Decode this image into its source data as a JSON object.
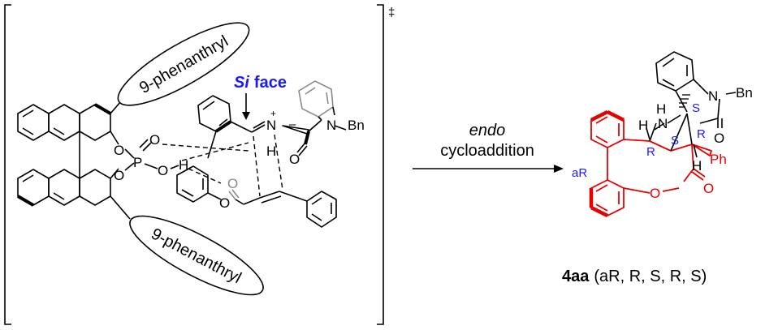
{
  "ts": {
    "dagger": "‡",
    "catalyst": {
      "upper_substituent": "9-phenanthryl",
      "lower_substituent": "9-phenanthryl",
      "o_top": "O",
      "o_phosphoryl": "O",
      "phosphorus": "P",
      "o_hydroxyl": "O",
      "h_hydroxyl": "H",
      "o_bottom": "O"
    },
    "face_italic": "Si",
    "face_word": "face",
    "imine": {
      "n": "N",
      "h": "H",
      "plus": "+",
      "minus": "–"
    },
    "oxindole": {
      "n": "N",
      "bn": "Bn",
      "o": "O"
    },
    "lactone": {
      "o_carbonyl": "O",
      "o_ring": "O"
    }
  },
  "reaction": {
    "condition_italic": "endo",
    "condition_text": "cycloaddition"
  },
  "product": {
    "nh_n": "N",
    "nh_h": "H",
    "n_bn": "N",
    "bn": "Bn",
    "o_oxindole": "O",
    "h_left": "H",
    "h_right": "H",
    "ph": "Ph",
    "o_carbonyl": "O",
    "o_ring": "O",
    "stereo_s_spiro": "S",
    "stereo_r_left": "R",
    "stereo_s_mid": "S",
    "stereo_r_right": "R",
    "axial": "aR",
    "compound_number": "4aa",
    "descriptor": "(aR, R, S, R, S)"
  },
  "colors": {
    "ink": "#000000",
    "stereo_blue": "#1a1aff",
    "highlight_red": "#e60000",
    "ghost_gray": "#8a8a8a"
  }
}
